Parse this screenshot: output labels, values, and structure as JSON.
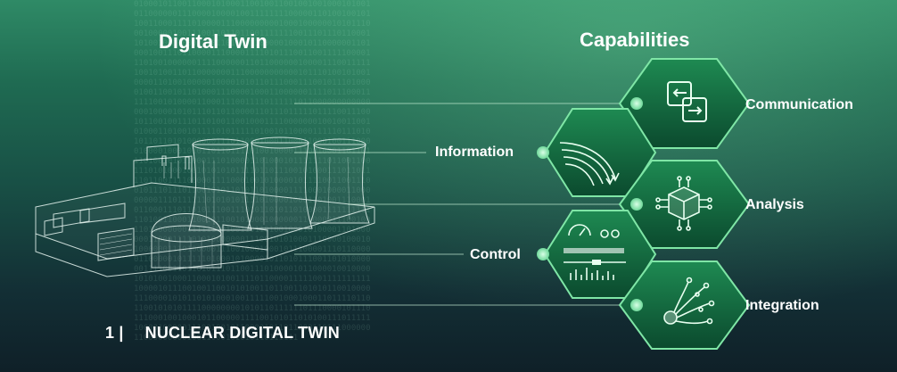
{
  "header": {
    "left_title": "Digital Twin",
    "right_title": "Capabilities"
  },
  "capabilities": [
    {
      "label": "Communication",
      "icon": "exchange-arrows-icon"
    },
    {
      "label": "Information",
      "icon": "data-stream-icon"
    },
    {
      "label": "Analysis",
      "icon": "cube-network-icon"
    },
    {
      "label": "Control",
      "icon": "gauge-sliders-icon"
    },
    {
      "label": "Integration",
      "icon": "node-network-icon"
    }
  ],
  "footer": {
    "number": "1 |",
    "label": "NUCLEAR DIGITAL TWIN"
  },
  "colors": {
    "accent": "#3ecf7a",
    "hex_fill": "#0f5a3a",
    "hex_border": "#7fe6a6"
  }
}
